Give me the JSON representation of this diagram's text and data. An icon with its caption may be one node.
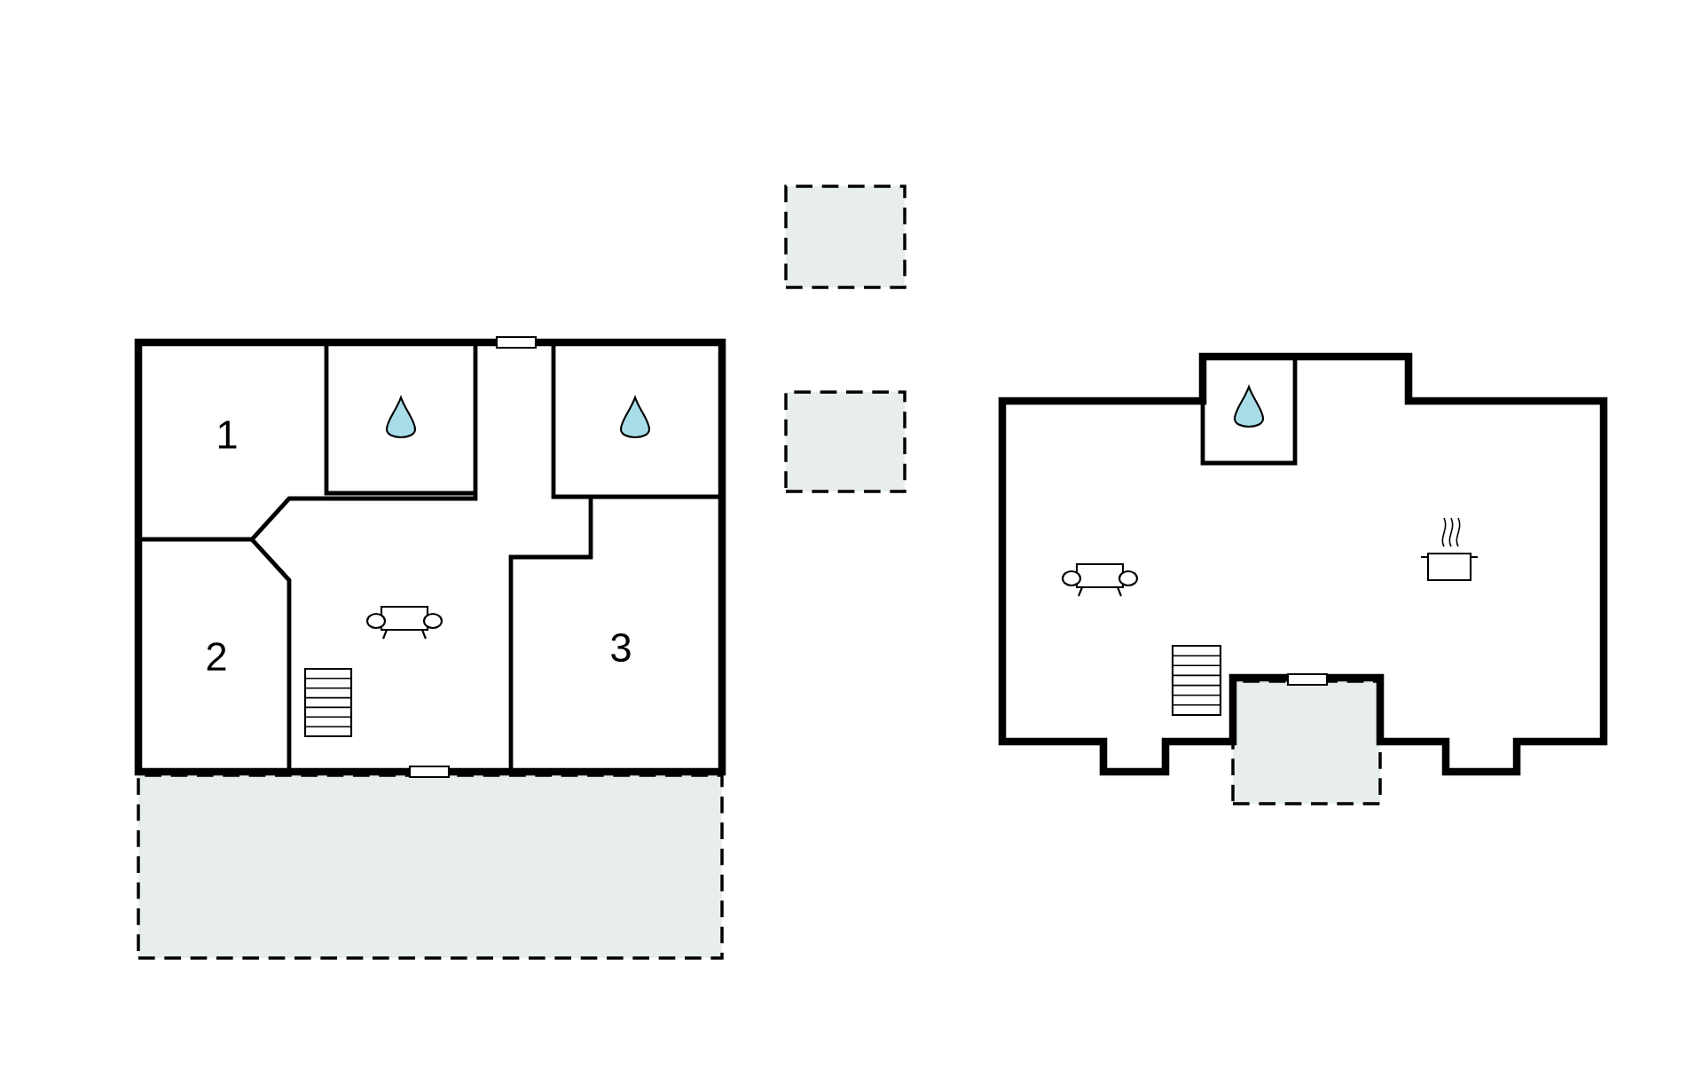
{
  "diagram": {
    "nodes": [
      {
        "text": [],
        "shape": "box"
      },
      {
        "text": [],
        "shape": "box"
      },
      {
        "text": [],
        "shape": "box"
      },
      {
        "text": [],
        "shape": "box"
      }
    ],
    "labels": [
      "1",
      "2",
      "3"
    ]
  }
}
